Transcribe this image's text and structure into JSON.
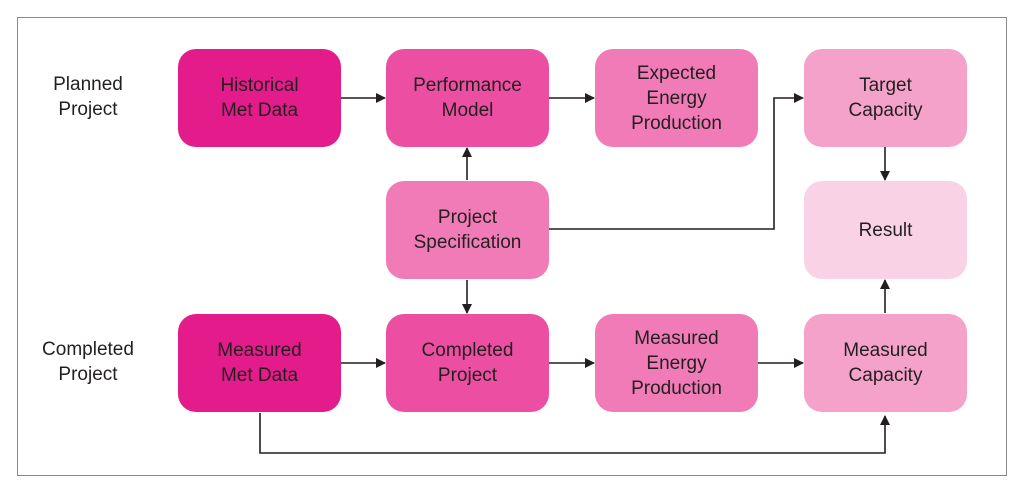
{
  "row_labels": {
    "planned": "Planned\nProject",
    "completed": "Completed\nProject"
  },
  "nodes": {
    "historical_met_data": "Historical\nMet Data",
    "performance_model": "Performance\nModel",
    "expected_energy_production": "Expected\nEnergy\nProduction",
    "target_capacity": "Target\nCapacity",
    "project_specification": "Project\nSpecification",
    "result": "Result",
    "measured_met_data": "Measured\nMet Data",
    "completed_project": "Completed\nProject",
    "measured_energy_production": "Measured\nEnergy\nProduction",
    "measured_capacity": "Measured\nCapacity"
  },
  "colors": {
    "level_1": "#e41b8a",
    "level_2": "#ec4fa2",
    "level_3": "#f17bb7",
    "level_4": "#f5a2cb",
    "level_5": "#fad2e6",
    "line": "#231f20",
    "frame": "#8a8a8a"
  }
}
